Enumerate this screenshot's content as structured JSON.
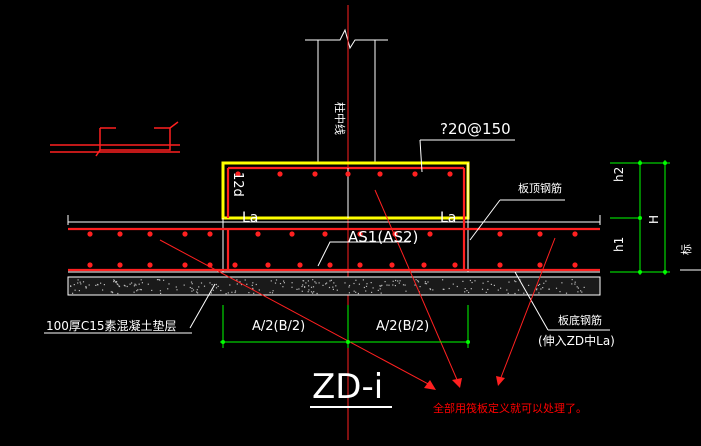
{
  "drawing": {
    "title": "ZD-i",
    "rebar_spec": "?20@150",
    "as_label": "AS1(AS2)",
    "left_la": "La",
    "right_la": "La",
    "vertical_12d": "12d",
    "column_center": "柱中线",
    "top_rebar": "板顶钢筋",
    "bottom_rebar": "板底钢筋",
    "bottom_rebar_note": "(伸入ZD中La)",
    "cushion_note": "100厚C15素混凝土垫层",
    "dim_left": "A/2(B/2)",
    "dim_right": "A/2(B/2)",
    "dim_h2": "h2",
    "dim_H": "H",
    "dim_h1": "h1",
    "right_edge_mark": "标",
    "annotation": "全部用筏板定义就可以处理了。",
    "colors": {
      "background": "#000000",
      "rebar": "#ff2020",
      "outline": "#ffffff",
      "highlight": "#ffff00",
      "dimension": "#00ff00",
      "annotation": "#ff0000"
    }
  }
}
